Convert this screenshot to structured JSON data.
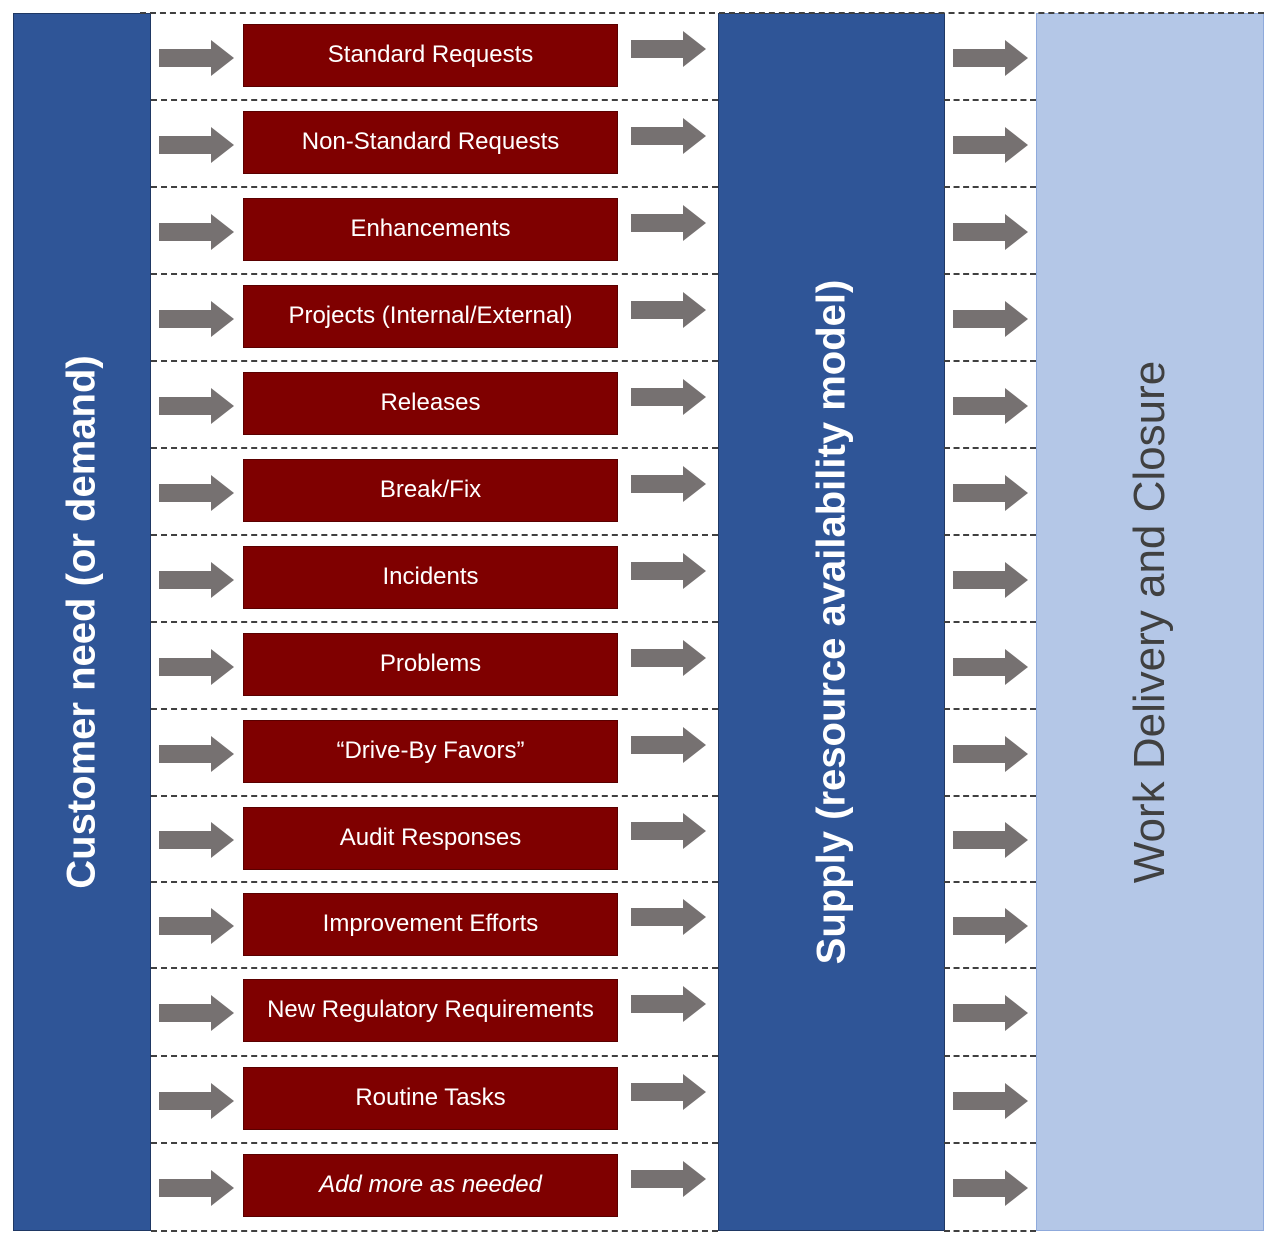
{
  "columns": {
    "demand": "Customer need (or demand)",
    "supply": "Supply (resource availability model)",
    "work": "Work Delivery and Closure"
  },
  "demand_types": [
    {
      "label": "Standard Requests"
    },
    {
      "label": "Non-Standard Requests"
    },
    {
      "label": "Enhancements"
    },
    {
      "label": "Projects (Internal/External)"
    },
    {
      "label": "Releases"
    },
    {
      "label": "Break/Fix"
    },
    {
      "label": "Incidents"
    },
    {
      "label": "Problems"
    },
    {
      "label": "“Drive-By Favors”"
    },
    {
      "label": "Audit Responses"
    },
    {
      "label": "Improvement Efforts"
    },
    {
      "label": "New Regulatory Requirements"
    },
    {
      "label": "Routine Tasks"
    },
    {
      "label": "Add more as needed",
      "italic": true
    }
  ],
  "colors": {
    "demand_box": "#7f0000",
    "column_blue": "#2f5597",
    "column_light": "#b4c7e7",
    "arrow": "#767171"
  }
}
